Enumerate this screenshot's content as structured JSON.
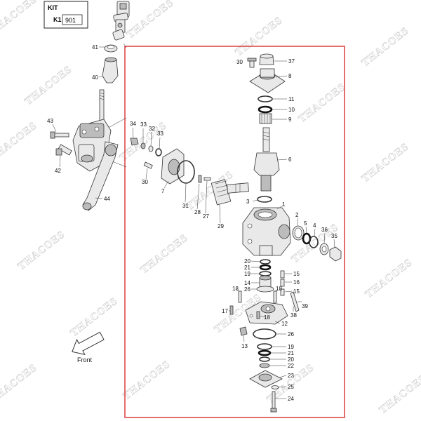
{
  "kit": {
    "title": "KIT",
    "code": "K1",
    "number": "901"
  },
  "front_label": "Front",
  "watermark_text": "THACOES",
  "frame_color": "#d93030",
  "callouts": {
    "c41": "41",
    "c40": "40",
    "c43": "43",
    "c42": "42",
    "c44": "44",
    "c34": "34",
    "c33a": "33",
    "c32": "32",
    "c33b": "33",
    "c30a": "30",
    "c7": "7",
    "c31": "31",
    "c28": "28",
    "c27": "27",
    "c29": "29",
    "c30b": "30",
    "c37": "37",
    "c8": "8",
    "c11": "11",
    "c10": "10",
    "c9": "9",
    "c6": "6",
    "c3": "3",
    "c1": "1",
    "c2": "2",
    "c5": "5",
    "c4": "4",
    "c36": "36",
    "c35": "35",
    "c20a": "20",
    "c21a": "21",
    "c19a": "19",
    "c14": "14",
    "c26a": "26",
    "c15a": "15",
    "c16": "16",
    "c15b": "15",
    "c18a": "18",
    "c18b": "18",
    "c17": "17",
    "c38": "38",
    "c39": "39",
    "c18c": "18",
    "c12": "12",
    "c26b": "26",
    "c13": "13",
    "c19b": "19",
    "c21b": "21",
    "c20b": "20",
    "c22": "22",
    "c23": "23",
    "c25": "25",
    "c24": "24"
  }
}
